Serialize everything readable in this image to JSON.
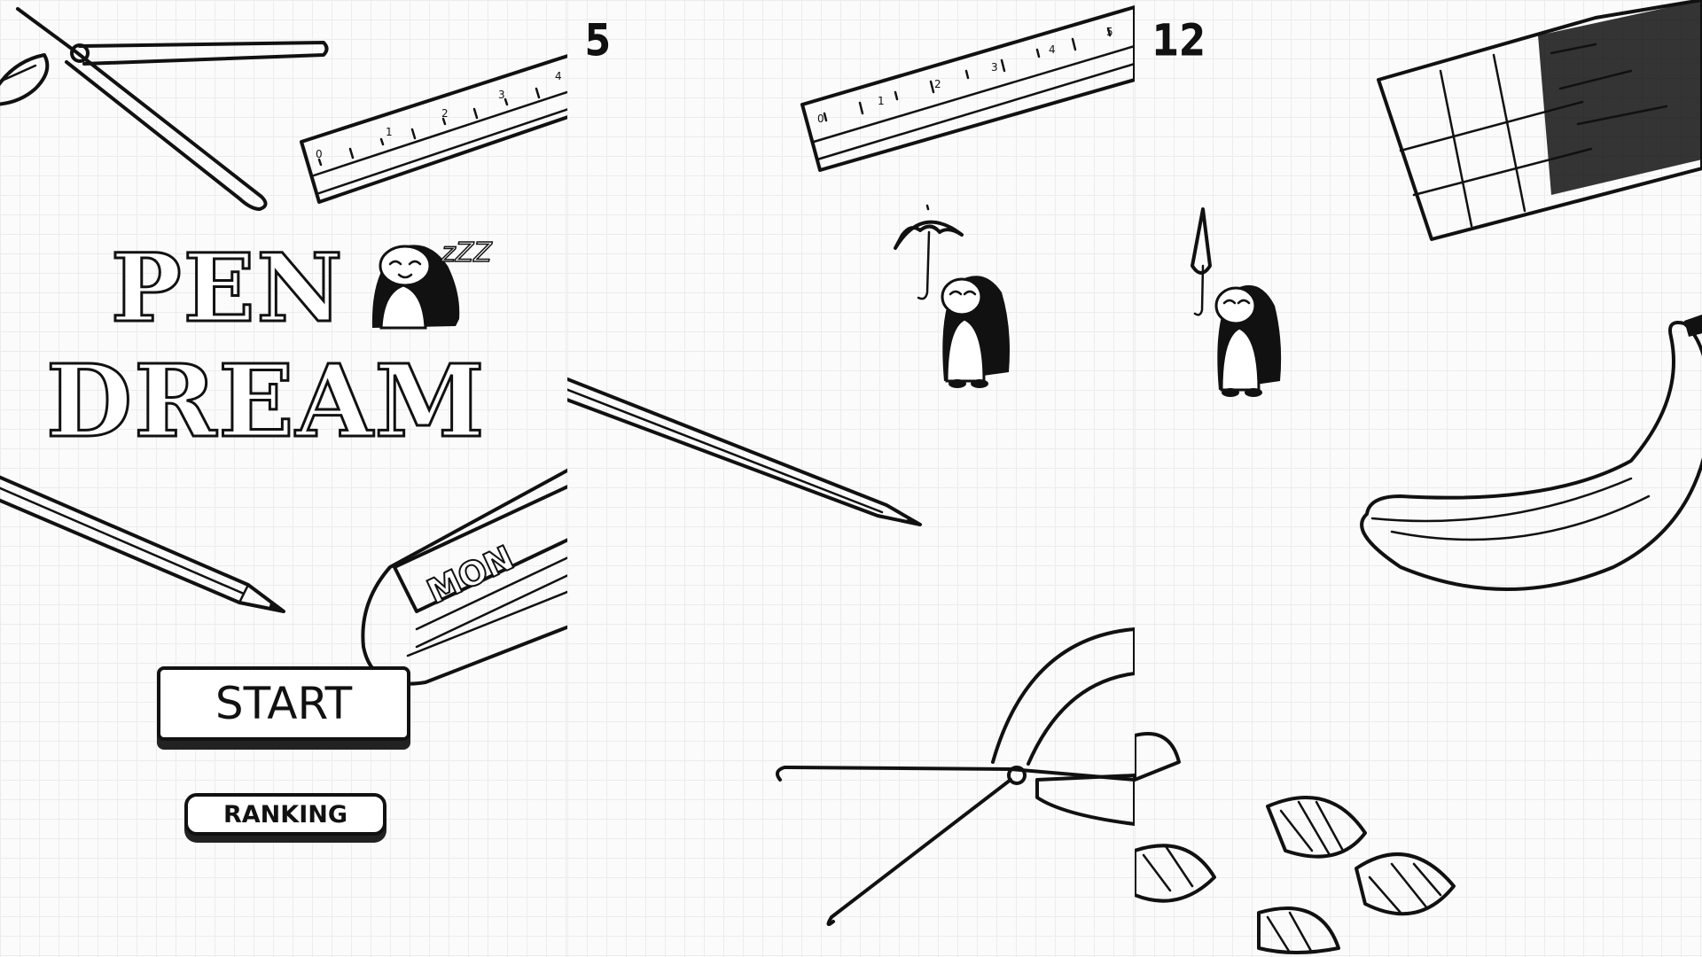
{
  "panels": [
    {
      "screen": "title",
      "title_line1": "PEN",
      "title_line2": "DREAM",
      "sleep_text": "zZZ",
      "eraser_text": "MON",
      "buttons": {
        "start": "START",
        "ranking": "RANKING"
      }
    },
    {
      "screen": "gameplay",
      "score": "5"
    },
    {
      "screen": "gameplay",
      "score": "12"
    }
  ],
  "ruler_ticks": [
    "0",
    "1",
    "2",
    "3",
    "4",
    "5"
  ],
  "icons": [
    "scissors-icon",
    "ruler-icon",
    "pencil-icon",
    "eraser-icon",
    "penguin-icon",
    "umbrella-icon",
    "chocolate-icon",
    "banana-icon",
    "pasta-icon"
  ],
  "colors": {
    "ink": "#111111",
    "paper": "#fbfbfb",
    "grid": "#ececec"
  }
}
